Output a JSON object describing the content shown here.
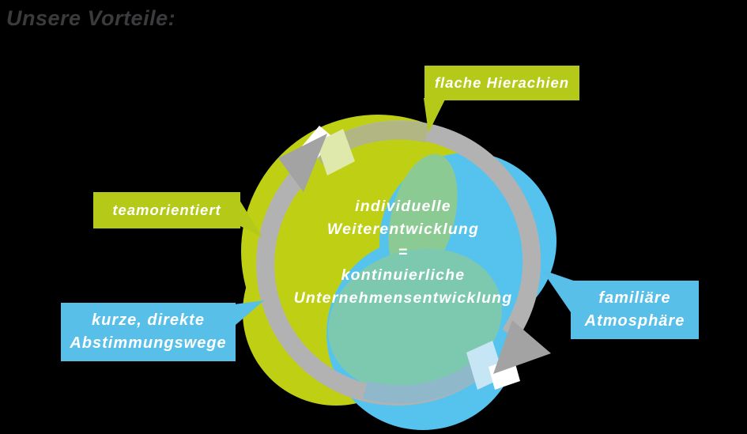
{
  "title": "Unsere Vorteile:",
  "center_text": {
    "line1": "individuelle",
    "line2": "Weiterentwicklung",
    "line3": "=",
    "line4": "kontinuierliche",
    "line5": "Unternehmensentwicklung"
  },
  "labels": {
    "flache": "flache Hierachien",
    "team": "teamorientiert",
    "kurze_line1": "kurze, direkte",
    "kurze_line2": "Abstimmungswege",
    "familiaere_line1": "familiäre",
    "familiaere_line2": "Atmosphäre"
  },
  "colors": {
    "background": "#000000",
    "title_text": "#3b3b3d",
    "green_box": "#b5c918",
    "green_circle": "#bfd014",
    "blue_box": "#57bfe8",
    "blue_circle": "#55c3ee",
    "overlap_light_green": "#8cca94",
    "overlap_teal": "#7cc9b0",
    "ring_gray": "#b2b2b2",
    "ring_over_green": "#b2b683",
    "ring_over_blue": "#8fb9cb",
    "arrow_gray": "#a3a3a3",
    "square_white": "#ffffff",
    "square_pale_green": "#dfe9ab",
    "square_pale_blue": "#c6e6f6",
    "label_text": "#ffffff"
  }
}
